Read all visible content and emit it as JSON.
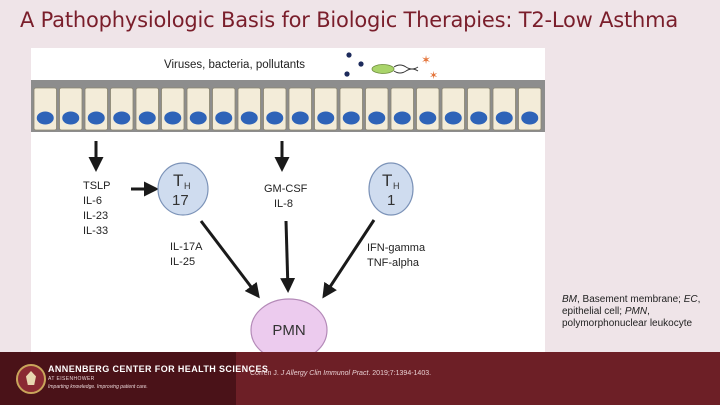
{
  "slide": {
    "title": "A Pathophysiologic Basis for Biologic Therapies: T2-Low Asthma",
    "caption": [
      {
        "abbr": "BM",
        "text": ", Basement membrane;"
      },
      {
        "abbr": "EC",
        "text": ", epithelial cell;"
      },
      {
        "abbr": "PMN",
        "text": ","
      },
      {
        "abbr": "",
        "text": "polymorphonuclear leukocyte"
      }
    ],
    "citation": {
      "prefix": "Corren J. ",
      "journal": "J Allergy Clin Immunol Pract",
      "suffix": ". 2019;7:1394-1403."
    }
  },
  "diagram": {
    "triggers_label": "Viruses, bacteria, pollutants",
    "left_cytokines": [
      "TSLP",
      "IL-6",
      "IL-23",
      "IL-33"
    ],
    "center_cytokines": [
      "GM-CSF",
      "IL-8"
    ],
    "th17": {
      "letter": "T",
      "sub": "H",
      "num": "17"
    },
    "th1": {
      "letter": "T",
      "sub": "H",
      "num": "1"
    },
    "th17_cytokines": [
      "IL-17A",
      "IL-25"
    ],
    "th1_cytokines": [
      "IFN-gamma",
      "TNF-alpha"
    ],
    "pmn_label": "PMN",
    "colors": {
      "th_cell": "#cfdcef",
      "pmn_cell": "#eccbee",
      "nucleus": "#2e63b8",
      "epithelium": "#f3ecd9",
      "title": "#7a1e2b",
      "footer": "#6d1f26"
    }
  },
  "footer": {
    "org": "ANNENBERG CENTER FOR HEALTH SCIENCES",
    "org_sub": "AT EISENHOWER",
    "tagline": "Imparting knowledge. Improving patient care."
  }
}
